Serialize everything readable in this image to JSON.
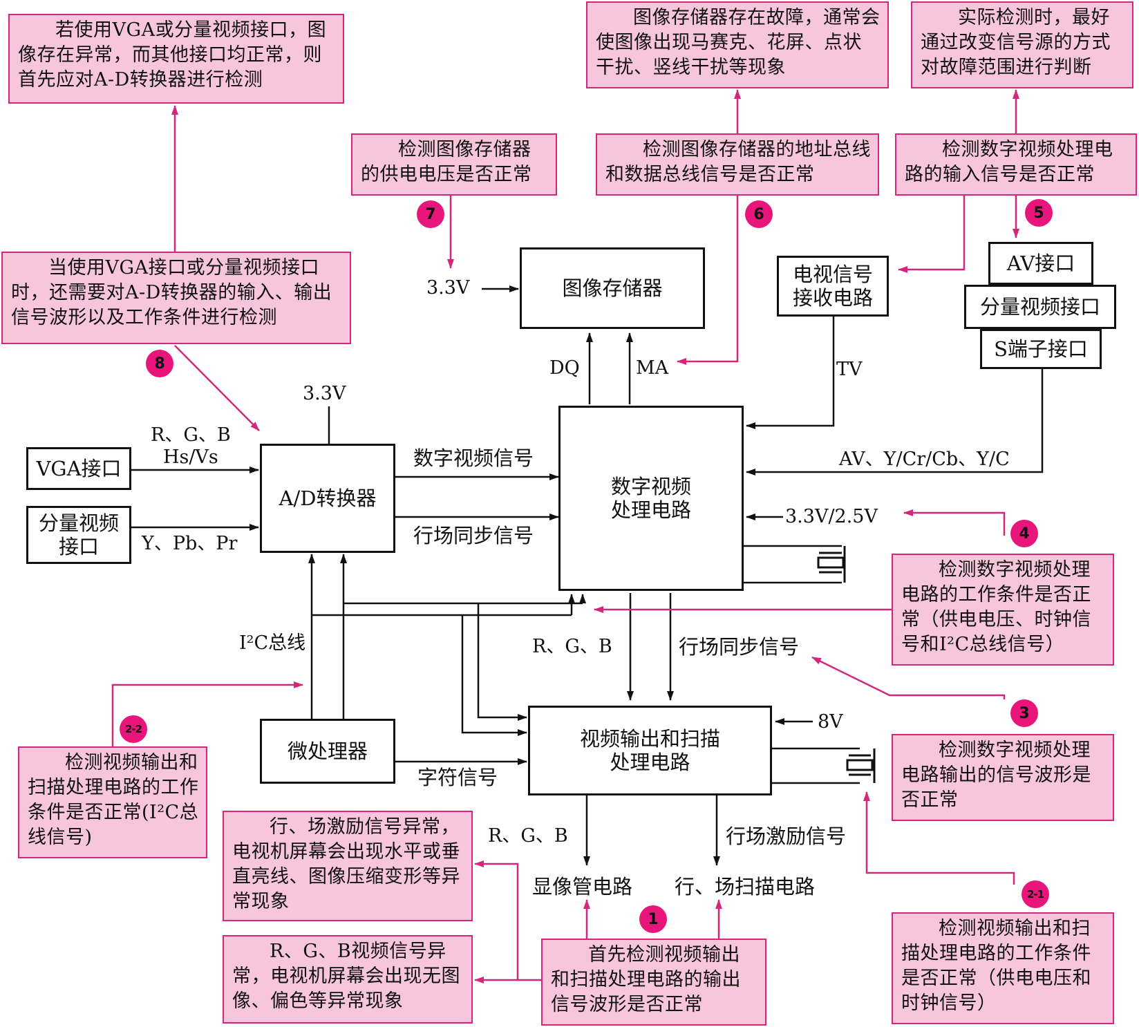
{
  "notes": {
    "vga_component_adc": "若使用VGA或分量视频接口，图像存在异常，而其他接口均正常，则首先应对A-D转换器进行检测",
    "memory_fault": "图像存储器存在故障，通常会使图像出现马赛克、花屏、点状干扰、竖线干扰等现象",
    "actual_detection": "实际检测时，最好通过改变信号源的方式对故障范围进行判断",
    "memory_voltage": "检测图像存储器的供电电压是否正常",
    "memory_bus": "检测图像存储器的地址总线和数据总线信号是否正常",
    "dvp_input": "检测数字视频处理电路的输入信号是否正常",
    "adc_check": "当使用VGA接口或分量视频接口时，还需要对A-D转换器的输入、输出信号波形以及工作条件进行检测",
    "dvp_conditions": "检测数字视频处理电路的工作条件是否正常（供电电压、时钟信号和I²C总线信号）",
    "dvp_output": "检测数字视频处理电路输出的信号波形是否正常",
    "vo_i2c": "检测视频输出和扫描处理电路的工作条件是否正常(I²C总线信号)",
    "hv_drive_abnormal": "行、场激励信号异常，电视机屏幕会出现水平或垂直亮线、图像压缩变形等异常现象",
    "rgb_abnormal": "R、G、B视频信号异常，电视机屏幕会出现无图像、偏色等异常现象",
    "vo_output_first": "首先检测视频输出和扫描处理电路的输出信号波形是否正常",
    "vo_conditions": "检测视频输出和扫描处理电路的工作条件是否正常（供电电压和时钟信号）"
  },
  "blocks": {
    "image_memory": "图像存储器",
    "tv_receiver": "电视信号接收电路",
    "av_port": "AV接口",
    "component_port_right": "分量视频接口",
    "s_video_port": "S端子接口",
    "vga_port": "VGA接口",
    "component_port_left": "分量视频接口",
    "adc": "A/D转换器",
    "dvp": "数字视频处理电路",
    "mcu": "微处理器",
    "video_out": "视频输出和扫描处理电路",
    "crt_circuit": "显像管电路",
    "scan_circuit": "行、场扫描电路"
  },
  "labels": {
    "v33_memory": "3.3V",
    "v33_adc": "3.3V",
    "dq": "DQ",
    "ma": "MA",
    "tv": "TV",
    "rgb_hsvs": "R、G、B\nHs/Vs",
    "ypbpr": "Y、Pb、Pr",
    "digital_video": "数字视频信号",
    "hv_sync_in": "行场同步信号",
    "av_inputs": "AV、Y/Cr/Cb、Y/C",
    "v33_25": "3.3V/2.5V",
    "i2c_bus": "I²C总线",
    "rgb_mid": "R、G、B",
    "hv_sync_out": "行场同步信号",
    "v8": "8V",
    "char_signal": "字符信号",
    "rgb_bottom": "R、G、B",
    "hv_drive": "行场激励信号"
  },
  "badges": {
    "b1": "1",
    "b2_1": "2-1",
    "b2_2": "2-2",
    "b3": "3",
    "b4": "4",
    "b5": "5",
    "b6": "6",
    "b7": "7",
    "b8": "8"
  },
  "colors": {
    "accent": "#d4277b",
    "note_fill": "#f7c6dc",
    "badge": "#e8157a",
    "line": "#111111"
  }
}
